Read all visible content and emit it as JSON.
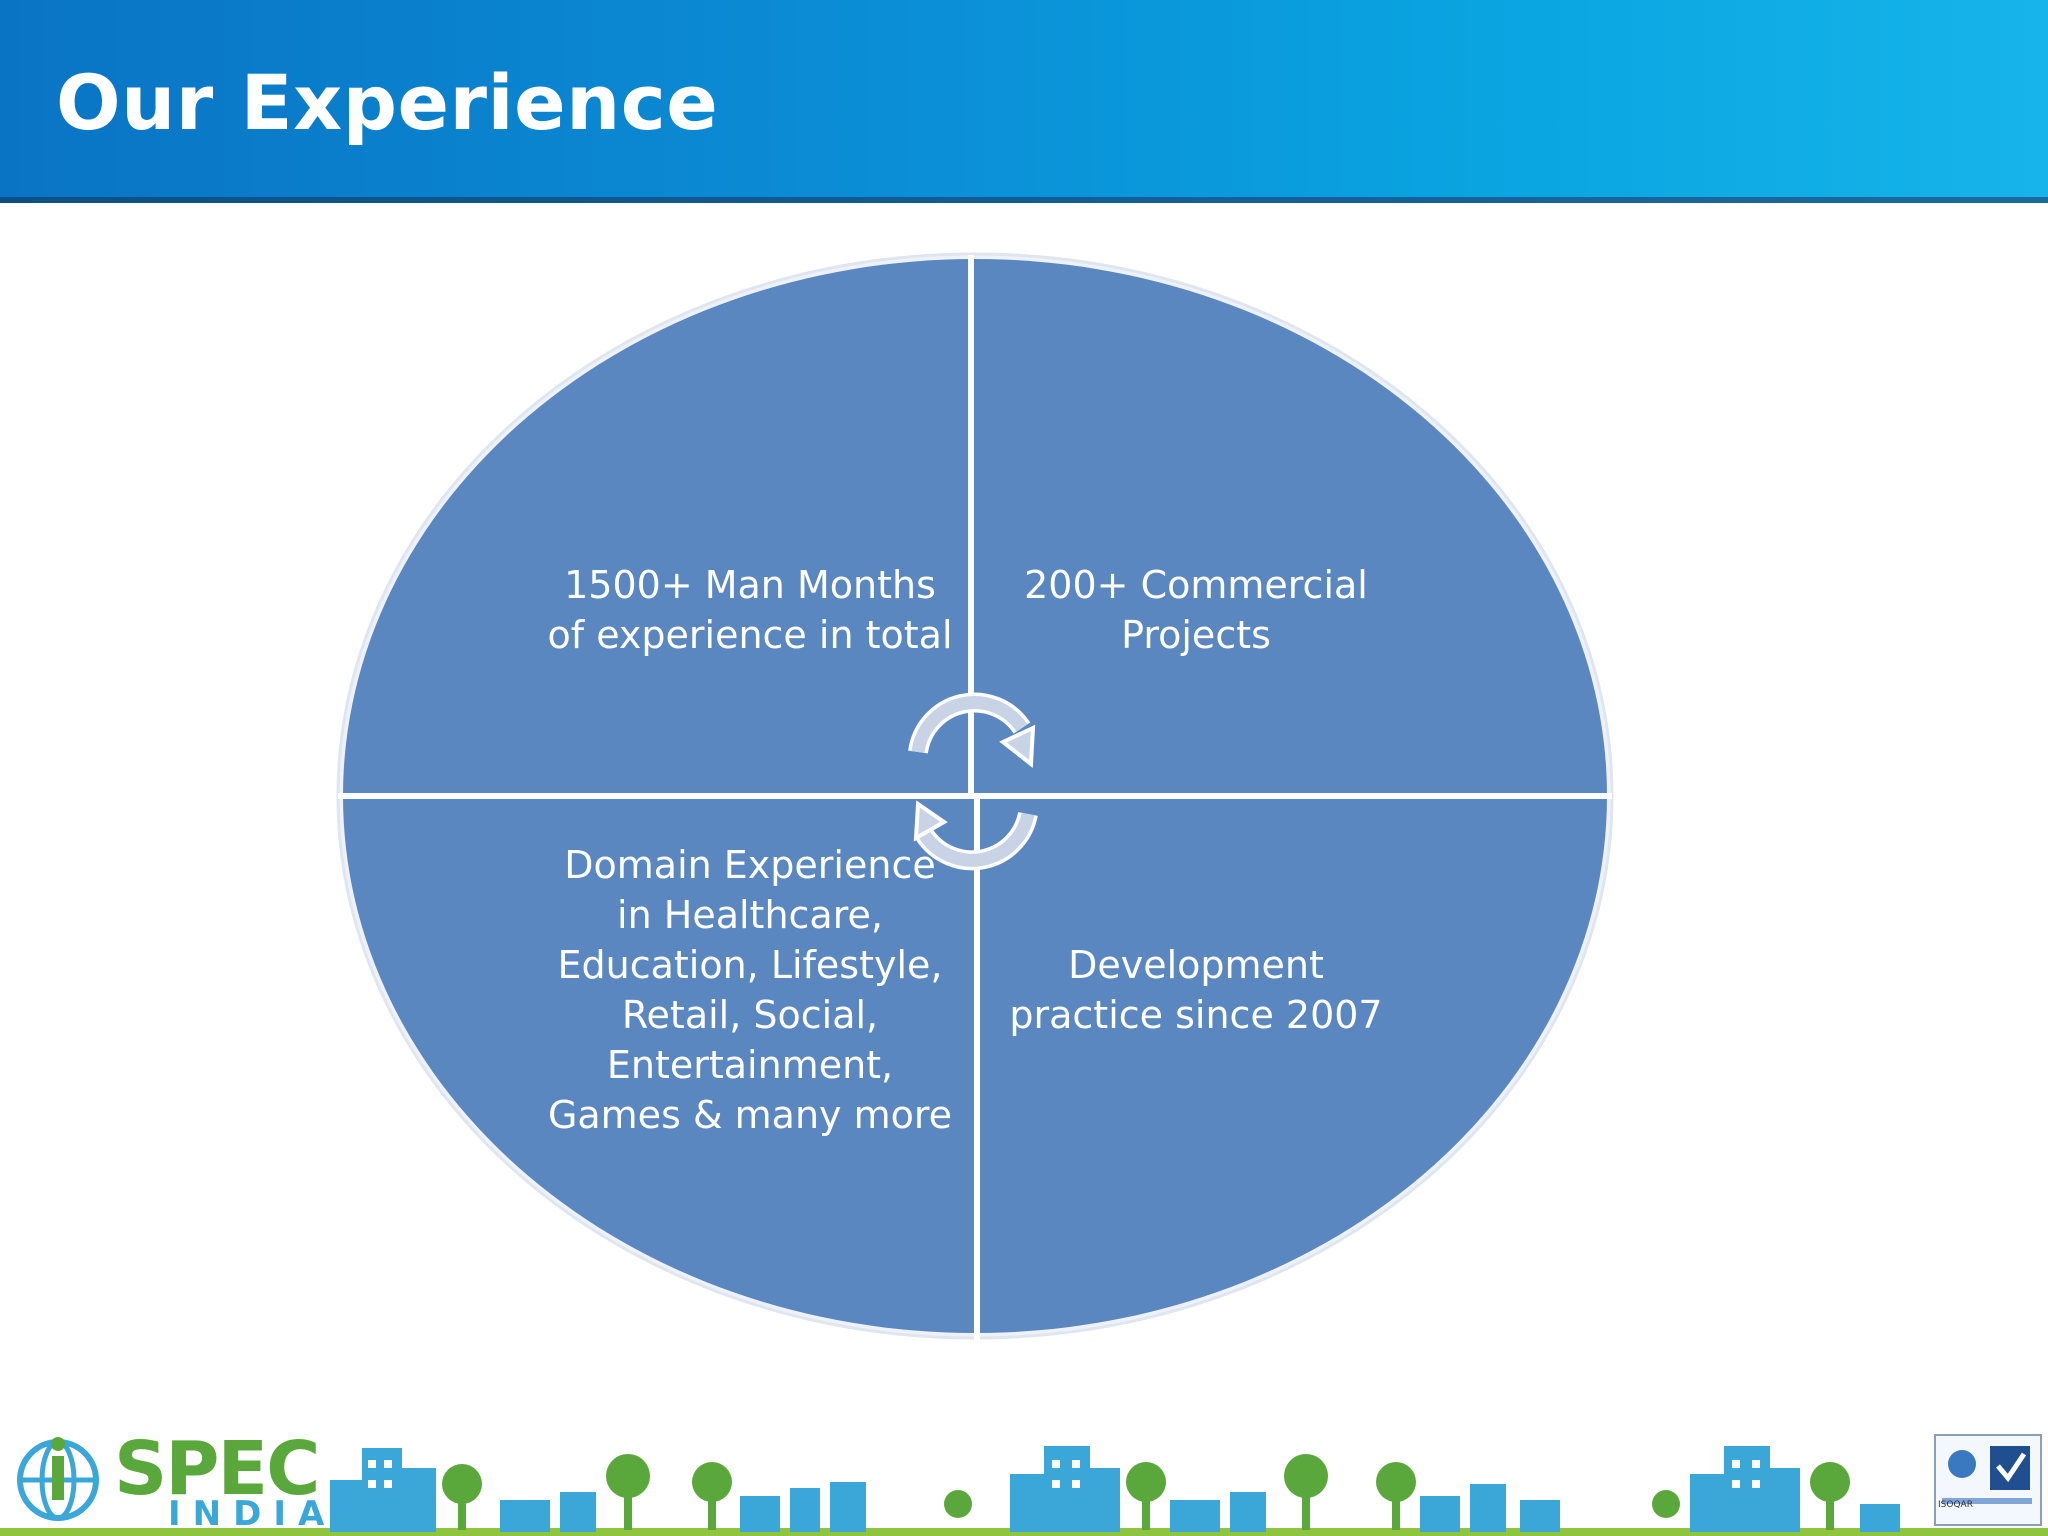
{
  "slide": {
    "title": "Our Experience"
  },
  "diagram": {
    "type": "four-quadrant-cycle",
    "fill_color": "#5b87c0",
    "divider_color": "#ffffff",
    "quadrants": [
      {
        "position": "top-left",
        "text": "1500+ Man Months\nof experience in total"
      },
      {
        "position": "top-right",
        "text": "200+ Commercial\nProjects"
      },
      {
        "position": "bottom-left",
        "text": "Domain Experience\nin Healthcare,\nEducation, Lifestyle,\nRetail, Social,\nEntertainment,\nGames & many more"
      },
      {
        "position": "bottom-right",
        "text": "Development\npractice since 2007"
      }
    ],
    "center_icon": "circular-arrows-icon"
  },
  "footer": {
    "logo_main": "SPEC",
    "logo_sub": "INDIA",
    "badge_text": "ISOQAR",
    "brand_green": "#5aa83b",
    "brand_blue": "#3aa7d8"
  }
}
